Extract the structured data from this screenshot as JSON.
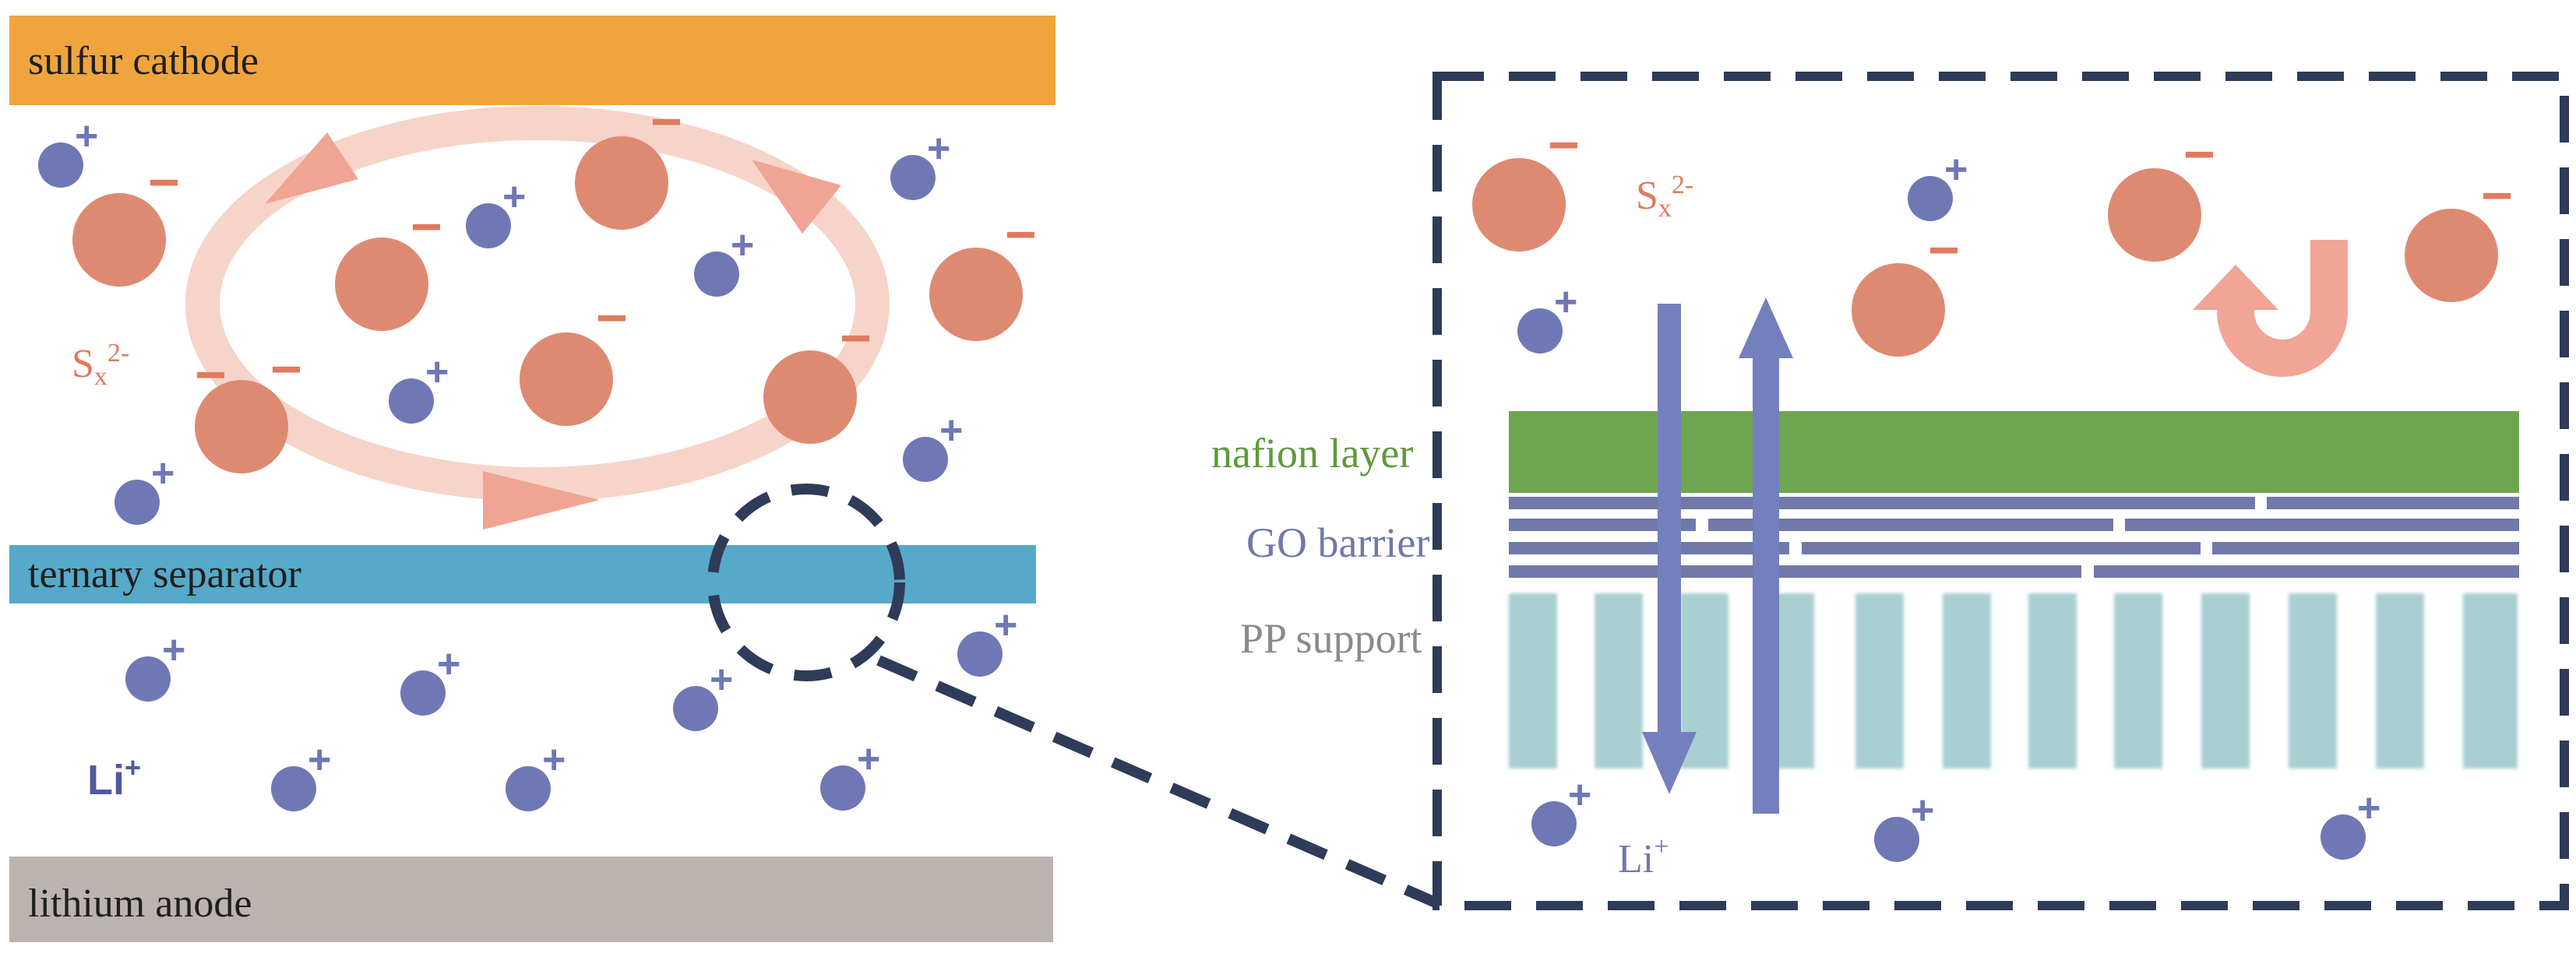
{
  "layers": {
    "cathode": "sulfur cathode",
    "separator": "ternary separator",
    "anode": "lithium anode"
  },
  "species": {
    "polysulfide_base": "S",
    "polysulfide_sub": "x",
    "polysulfide_sup": "2-",
    "lithium_left": "Li",
    "lithium_left_sup": "+",
    "lithium_right": "Li",
    "lithium_right_sup": "+"
  },
  "zoom_layers": {
    "nafion": "nafion layer",
    "go": "GO barrier",
    "pp": "PP support"
  },
  "charges": {
    "minus": "−",
    "plus": "+"
  },
  "colors": {
    "cathode": "#f0a43e",
    "separator": "#56a9c9",
    "anode": "#bbb3af",
    "polysulfide": "#de8a72",
    "lithium": "#6f78b4",
    "nafion": "#6ea54f",
    "go": "#7079aa",
    "pp": "#a9cfd1",
    "shuttle_loop": "#f6d4c9",
    "dashed_outline": "#2e3b59",
    "text_polysulfide": "#e07a5f",
    "text_nafion": "#5e9a3a",
    "text_go": "#7079aa",
    "text_pp": "#8a8a8a"
  }
}
